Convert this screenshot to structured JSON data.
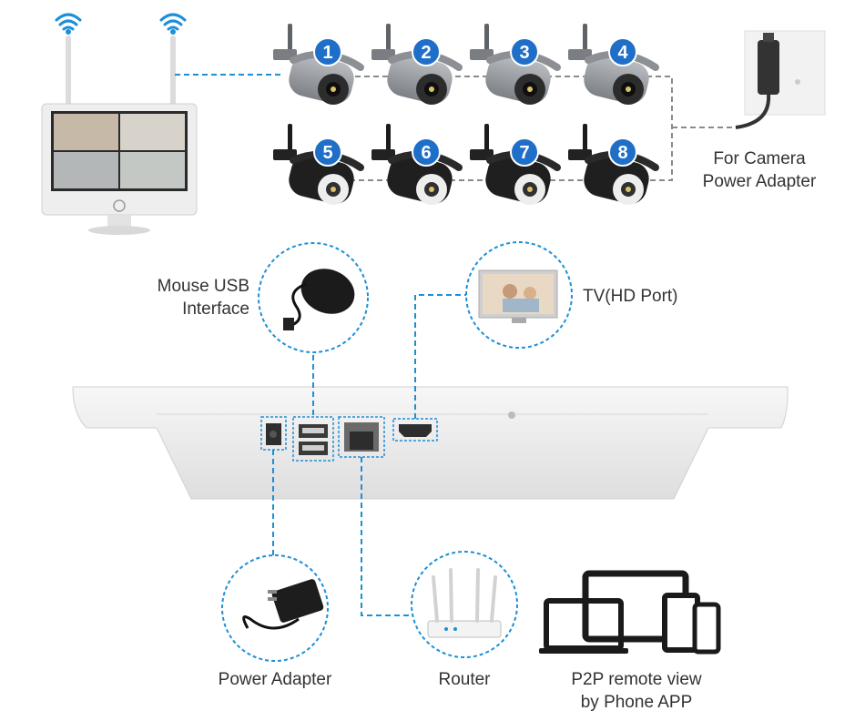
{
  "cameras": [
    "1",
    "2",
    "3",
    "4",
    "5",
    "6",
    "7",
    "8"
  ],
  "labels": {
    "power_outlet": [
      "For Camera",
      "Power Adapter"
    ],
    "mouse": [
      "Mouse USB",
      "Interface"
    ],
    "tv": [
      "TV(HD Port)"
    ],
    "power_adapter": [
      "Power Adapter"
    ],
    "router": [
      "Router"
    ],
    "remote": [
      "P2P remote view",
      "by Phone APP"
    ]
  },
  "colors": {
    "accent": "#1e8fd6",
    "badge": "#1f6fc8",
    "dashed_gray": "#8a8a8a",
    "text": "#333333"
  }
}
